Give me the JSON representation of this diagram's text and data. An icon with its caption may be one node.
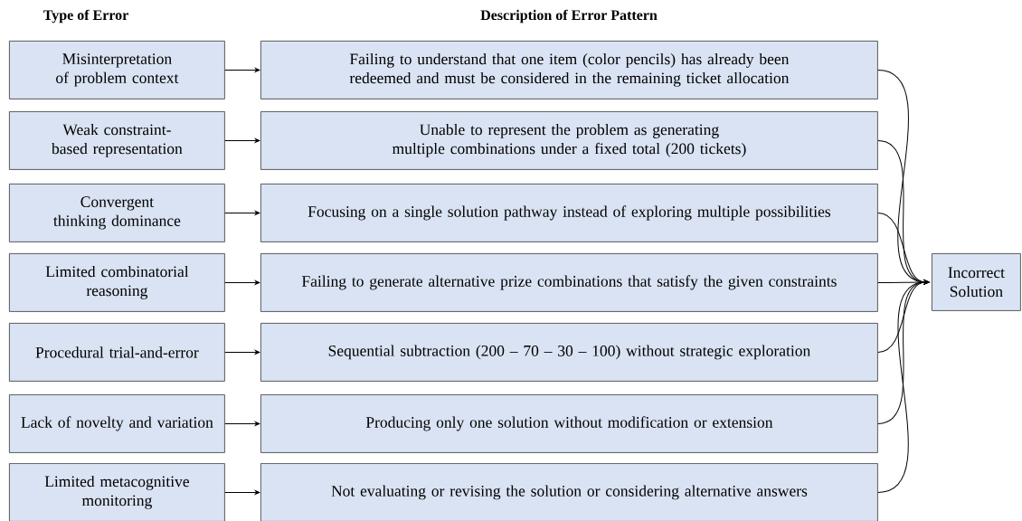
{
  "diagram": {
    "nodes": [
      {
        "text": [
          "Misinterpretation of problem context"
        ]
      },
      {
        "text": [
          "Failing to understand that one item (color pencils) has already been redeemed and must be considered in the remaining ticket allocation"
        ]
      },
      {
        "text": [
          "Weak constraint-based representation"
        ]
      },
      {
        "text": [
          "Unable to represent the problem as generating multiple combinations under a fixed total (200 tickets)"
        ]
      },
      {
        "text": [
          "Convergent thinking dominance"
        ]
      },
      {
        "text": [
          "Focusing on a single solution pathway instead of exploring multiple possibilities"
        ]
      },
      {
        "text": [
          "Limited combinatorial reasoning"
        ]
      },
      {
        "text": [
          "Failing to generate alternative prize combinations that satisfy the given constraints"
        ]
      },
      {
        "text": [
          "Procedural trial-and-error"
        ]
      },
      {
        "text": [
          "Sequential subtraction (200 – 70 – 30 – 100) without strategic exploration"
        ]
      },
      {
        "text": [
          "Lack of novelty and variation"
        ]
      },
      {
        "text": [
          "Producing only one solution without modification or extension"
        ]
      },
      {
        "text": [
          "Limited metacognitive monitoring"
        ]
      },
      {
        "text": [
          "Not evaluating or revising the solution or considering alternative answers"
        ]
      },
      {
        "text": [
          "Incorrect Solution"
        ]
      }
    ],
    "edges": [
      {
        "from": 0,
        "to": 1,
        "arrow": "to"
      },
      {
        "from": 2,
        "to": 3,
        "arrow": "to"
      },
      {
        "from": 4,
        "to": 5,
        "arrow": "to"
      },
      {
        "from": 6,
        "to": 7,
        "arrow": "to"
      },
      {
        "from": 8,
        "to": 9,
        "arrow": "to"
      },
      {
        "from": 10,
        "to": 11,
        "arrow": "to"
      },
      {
        "from": 12,
        "to": 13,
        "arrow": "to"
      },
      {
        "from": 1,
        "to": 14,
        "arrow": "to"
      },
      {
        "from": 3,
        "to": 14,
        "arrow": "to"
      },
      {
        "from": 5,
        "to": 14,
        "arrow": "to"
      },
      {
        "from": 7,
        "to": 14,
        "arrow": "to"
      },
      {
        "from": 9,
        "to": 14,
        "arrow": "to"
      },
      {
        "from": 11,
        "to": 14,
        "arrow": "to"
      },
      {
        "from": 13,
        "to": 14,
        "arrow": "to"
      }
    ],
    "labels": [
      "Type of Error",
      "Description of Error Pattern"
    ]
  }
}
